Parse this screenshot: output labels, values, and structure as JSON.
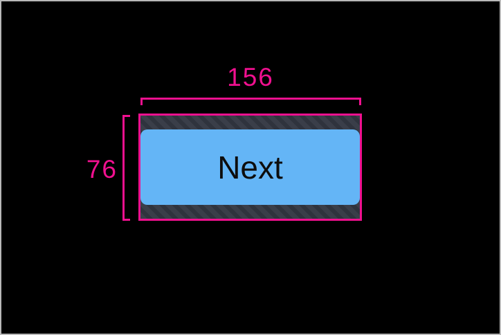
{
  "overlay": {
    "width_label": "156",
    "height_label": "76"
  },
  "button": {
    "label": "Next"
  },
  "colors": {
    "measurement_pink": "#F0108F",
    "button_blue": "#64B5F6",
    "padding_hatch_base": "#3A3E49",
    "padding_hatch_stripe": "#2F333D",
    "background": "#000000",
    "frame_border": "#B9B9B9",
    "button_text": "#0D0D0D"
  }
}
